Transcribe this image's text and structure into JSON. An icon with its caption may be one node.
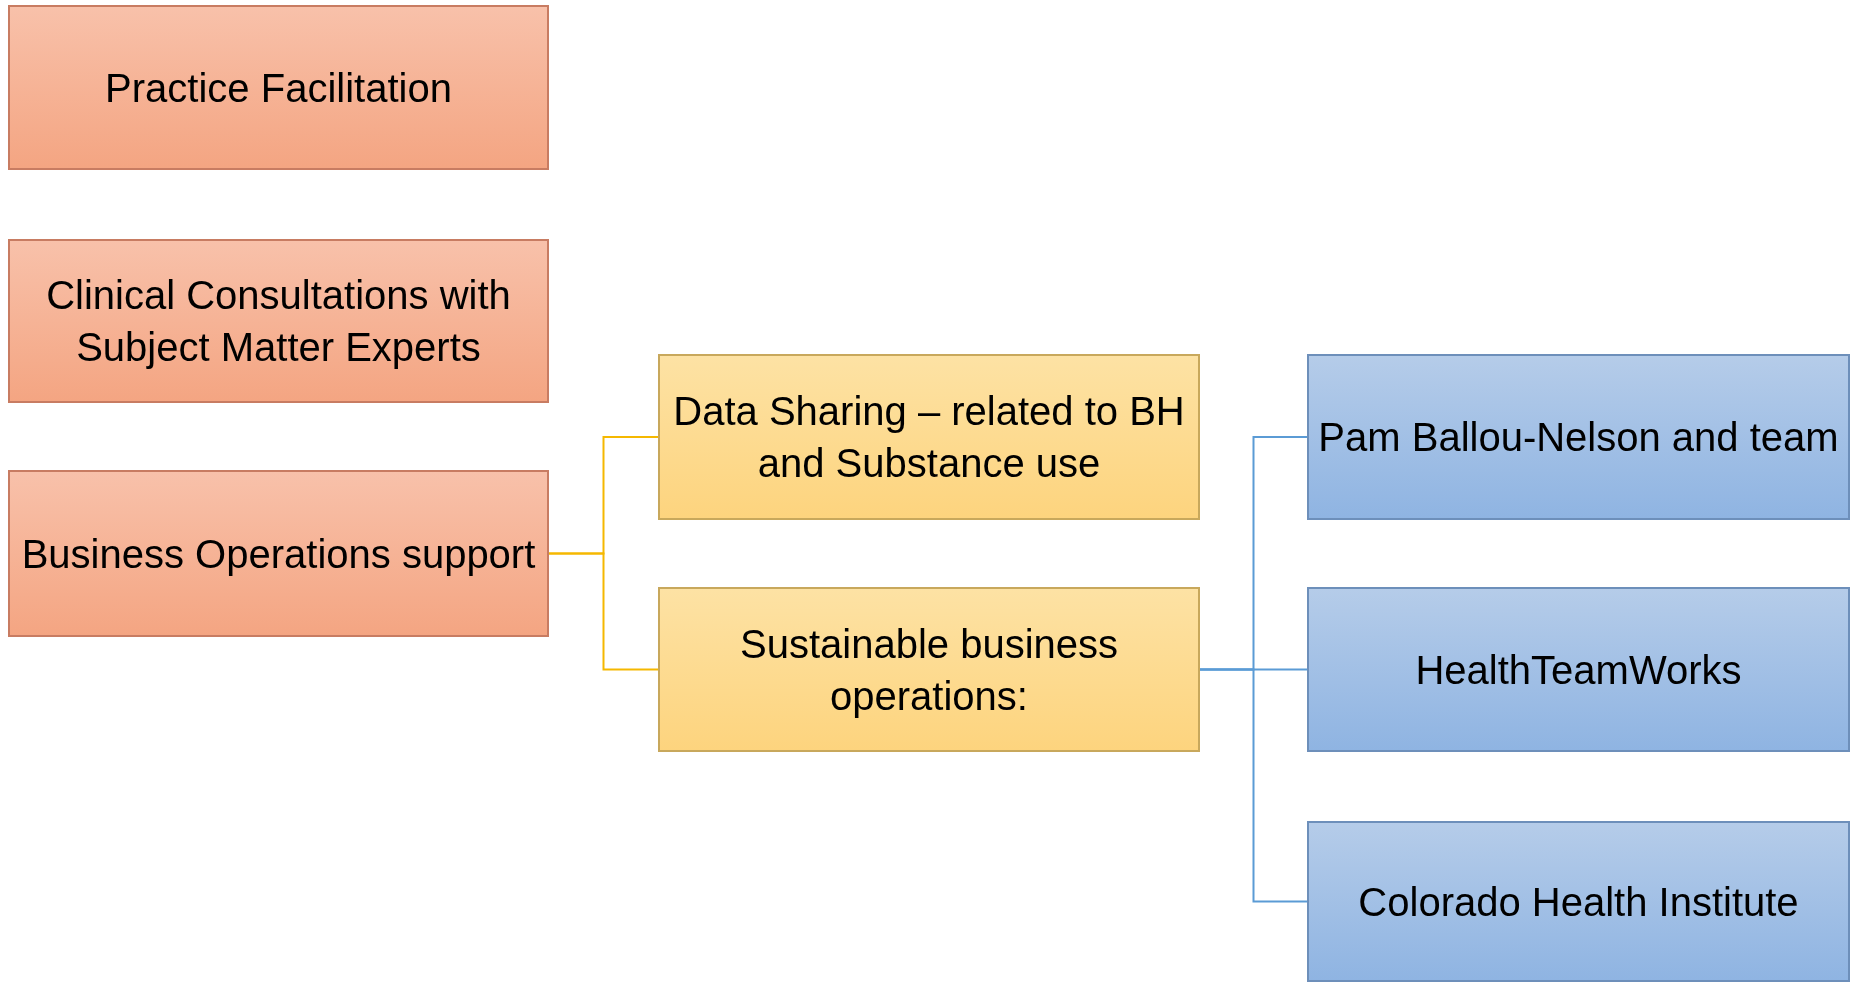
{
  "diagram": {
    "nodes": [
      {
        "text": [
          "Practice Facilitation"
        ]
      },
      {
        "text": [
          "Clinical Consultations with Subject Matter Experts"
        ]
      },
      {
        "text": [
          "Business Operations support"
        ]
      },
      {
        "text": [
          "Data Sharing – related to BH and Substance use"
        ]
      },
      {
        "text": [
          "Sustainable business operations:"
        ]
      },
      {
        "text": [
          "Pam Ballou-Nelson and team"
        ]
      },
      {
        "text": [
          "HealthTeamWorks"
        ]
      },
      {
        "text": [
          "Colorado Health Institute"
        ]
      }
    ],
    "edges": [
      {
        "from": 2,
        "to": 3,
        "arrow": "none",
        "color": "#f5b800"
      },
      {
        "from": 2,
        "to": 4,
        "arrow": "none",
        "color": "#f5b800"
      },
      {
        "from": 4,
        "to": 5,
        "arrow": "none"
      },
      {
        "from": 4,
        "to": 6,
        "arrow": "none"
      },
      {
        "from": 4,
        "to": 7,
        "arrow": "none"
      }
    ]
  }
}
